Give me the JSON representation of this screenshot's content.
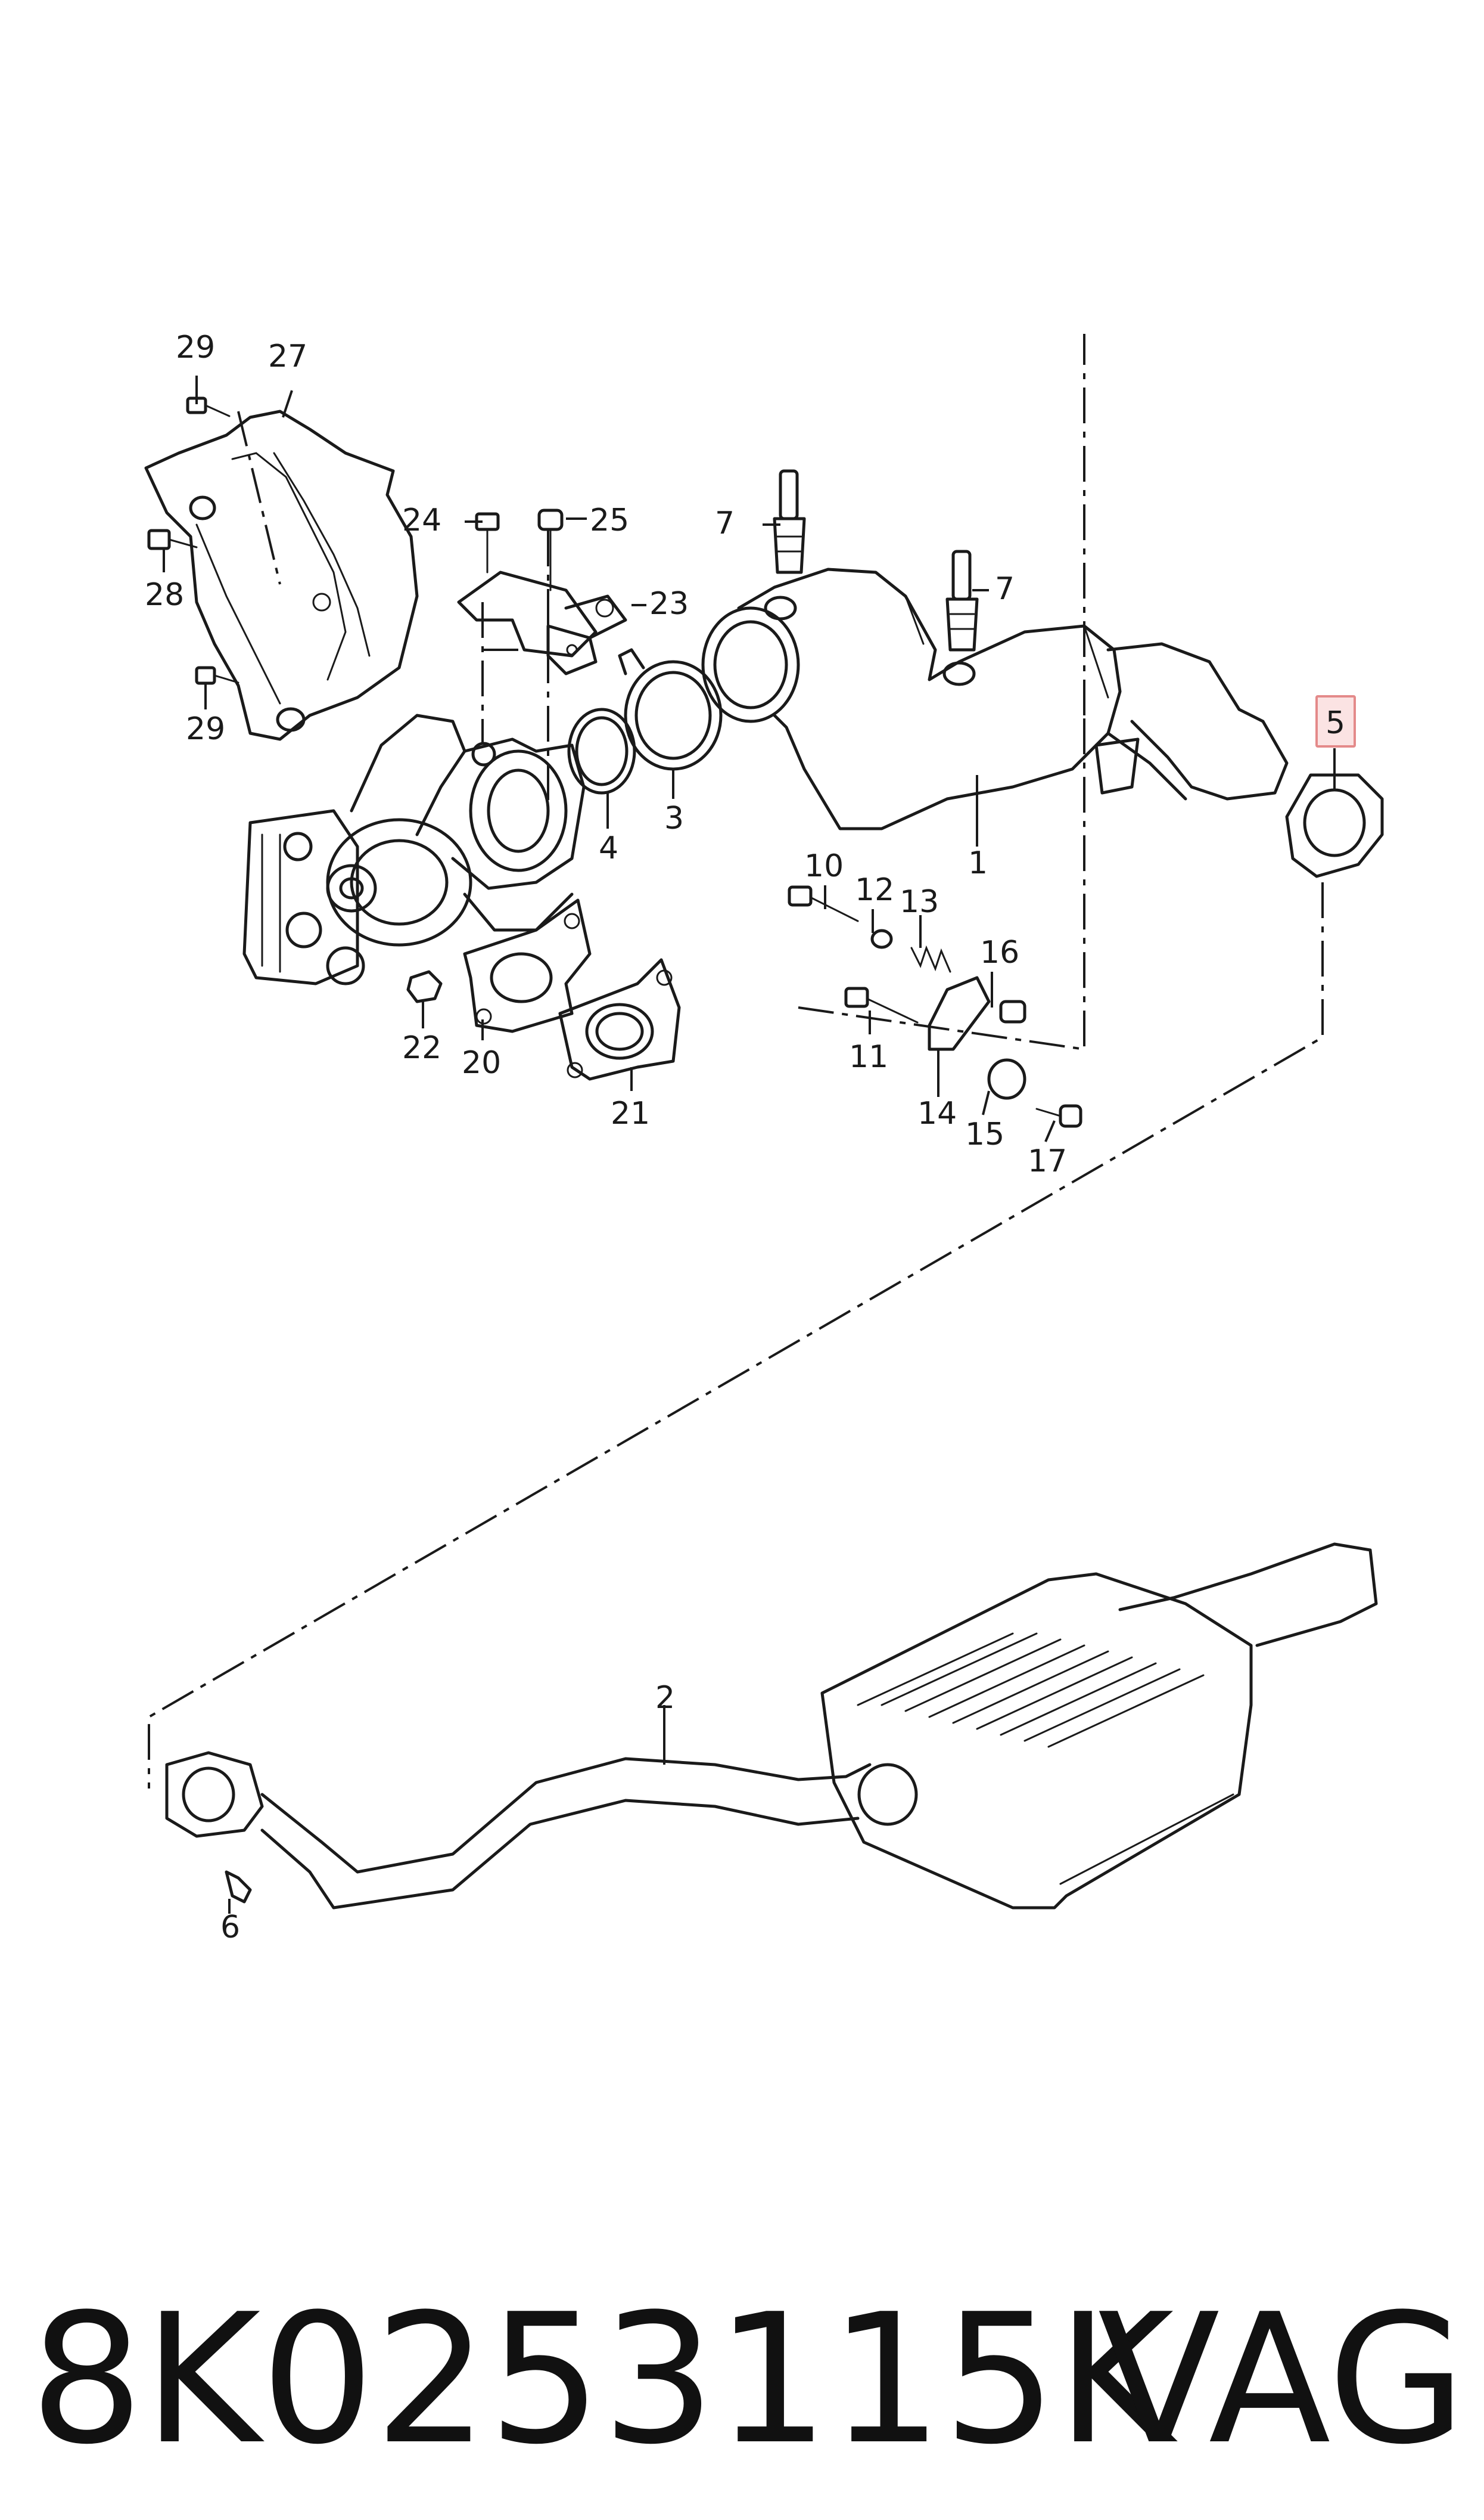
{
  "callouts": {
    "c1": "1",
    "c2": "2",
    "c3": "3",
    "c4": "4",
    "c5": "5",
    "c6": "6",
    "c7a": "7",
    "c7b": "7",
    "c10": "10",
    "c11": "11",
    "c12": "12",
    "c13": "13",
    "c14": "14",
    "c15": "15",
    "c16": "16",
    "c17": "17",
    "c20": "20",
    "c21": "21",
    "c22": "22",
    "c23": "23",
    "c24": "24",
    "c25": "25",
    "c27": "27",
    "c28": "28",
    "c29a": "29",
    "c29b": "29"
  },
  "highlight": {
    "callout": "5",
    "stroke": "#e48a8a",
    "fill": "#fbe3e3"
  },
  "footer": {
    "part_number": "8K0253115K",
    "brand": "VAG"
  },
  "colors": {
    "line": "#1a1a1a",
    "background": "#ffffff"
  }
}
